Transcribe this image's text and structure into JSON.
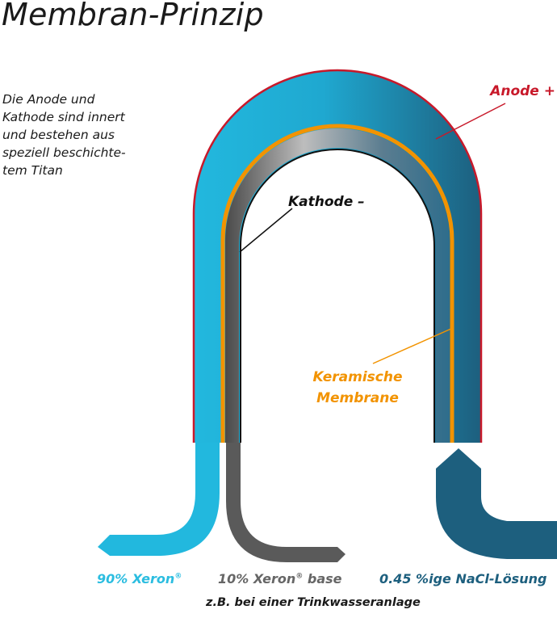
{
  "title": "Membran-Prinzip",
  "description_lines": [
    "Die Anode und",
    "Kathode sind innert",
    "und bestehen aus",
    "speziell beschichte-",
    "tem Titan"
  ],
  "labels": {
    "anode": "Anode +",
    "kathode": "Kathode –",
    "membrane_line1": "Keramische",
    "membrane_line2": "Membrane"
  },
  "outputs": {
    "xeron90_text": "90% Xeron",
    "xeron10_text": "10% Xeron",
    "xeron10_suffix": " base",
    "registered_mark": "®",
    "nacl": "0.45 %ige NaCl-Lösung"
  },
  "note": "z.B. bei einer Trinkwasseranlage",
  "colors": {
    "anode_red": "#c8192a",
    "cyan": "#22b8de",
    "dark_blue": "#1d5f7e",
    "membrane_orange": "#f29300",
    "cathode_grey": "#5a5a5a"
  }
}
